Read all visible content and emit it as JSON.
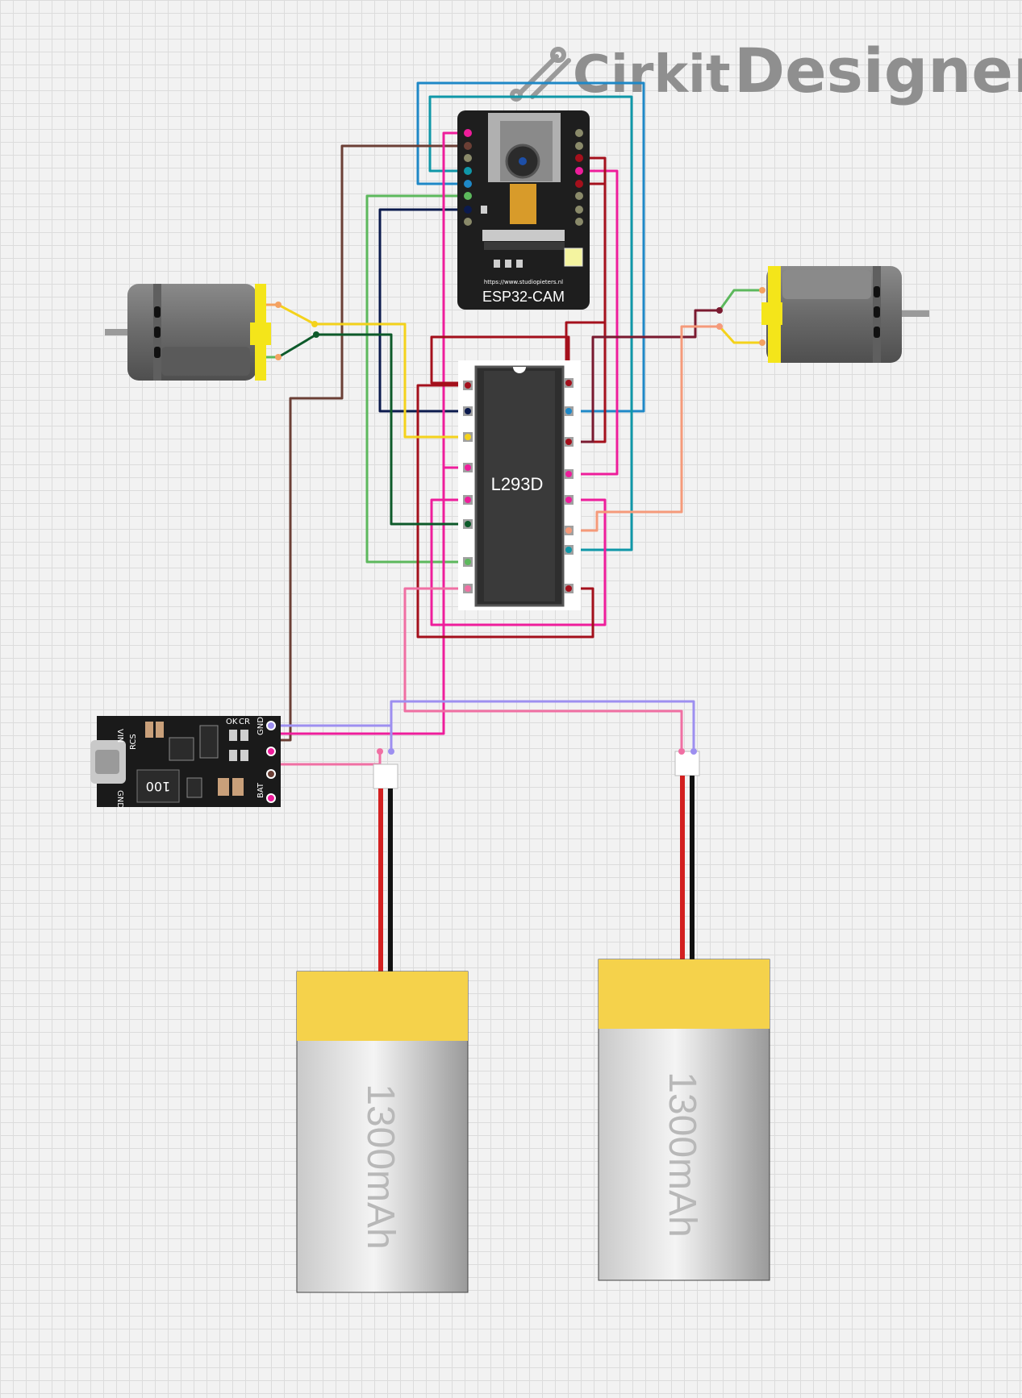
{
  "logo": {
    "brand": "Cirkit",
    "product": "Designer"
  },
  "components": {
    "esp32cam": {
      "label": "ESP32-CAM",
      "url": "https://www.studiopieters.nl"
    },
    "driver": {
      "label": "L293D"
    },
    "charger": {
      "labels": {
        "vin": "VIN",
        "gnd_top": "GND",
        "bat": "BAT",
        "gnd_bottom": "GND",
        "ok": "OK",
        "cr": "CR",
        "rcs": "RCS",
        "inductor": "100"
      }
    },
    "battery_1": {
      "label": "1300mAh"
    },
    "battery_2": {
      "label": "1300mAh"
    }
  },
  "colors": {
    "background": "#f2f2f2",
    "board": "#1e1e1e",
    "battery_cap": "#f5d24b",
    "battery_body": "#e6e6e6",
    "motor_cap": "#f4e51a",
    "motor_body": "#6e6e6e"
  }
}
